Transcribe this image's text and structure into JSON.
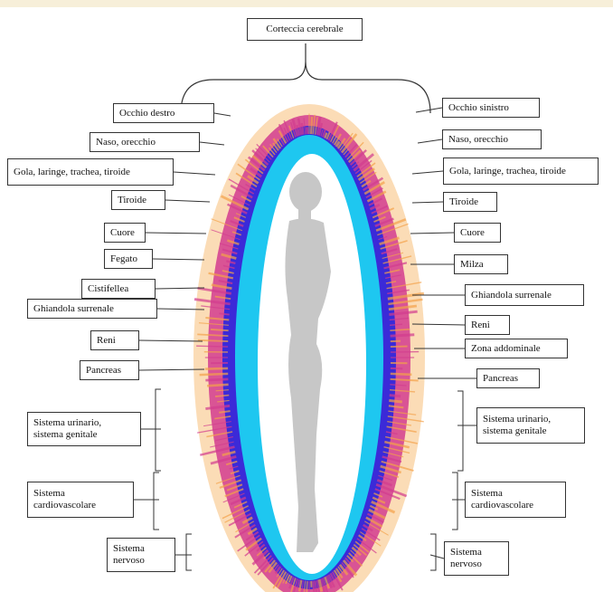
{
  "title": "Corteccia cerebrale",
  "colors": {
    "aura_outer": "#f4a24a",
    "aura_mid": "#d23c8f",
    "aura_inner": "#3b2ad8",
    "aura_core": "#1ec7f0",
    "silhouette": "#c7c7c7",
    "line": "#333333",
    "band": "#f7efd9"
  },
  "left_labels": [
    {
      "id": "occhio-destro",
      "lines": [
        "Occhio destro"
      ]
    },
    {
      "id": "naso-orecchio-left",
      "lines": [
        "Naso, orecchio"
      ]
    },
    {
      "id": "gola-left",
      "lines": [
        "Gola, laringe, trachea, tiroide"
      ]
    },
    {
      "id": "tiroide-left",
      "lines": [
        "Tiroide"
      ]
    },
    {
      "id": "cuore-left",
      "lines": [
        "Cuore"
      ]
    },
    {
      "id": "fegato",
      "lines": [
        "Fegato"
      ]
    },
    {
      "id": "cistifellea",
      "lines": [
        "Cistifellea"
      ]
    },
    {
      "id": "ghiandola-left",
      "lines": [
        "Ghiandola surrenale"
      ]
    },
    {
      "id": "reni-left",
      "lines": [
        "Reni"
      ]
    },
    {
      "id": "pancreas-left",
      "lines": [
        "Pancreas"
      ]
    },
    {
      "id": "urinario-left",
      "lines": [
        "Sistema urinario,",
        "sistema genitale"
      ]
    },
    {
      "id": "cardio-left",
      "lines": [
        "Sistema",
        "cardiovascolare"
      ]
    },
    {
      "id": "nervoso-left",
      "lines": [
        "Sistema",
        "nervoso"
      ]
    }
  ],
  "right_labels": [
    {
      "id": "occhio-sinistro",
      "lines": [
        "Occhio sinistro"
      ]
    },
    {
      "id": "naso-orecchio-right",
      "lines": [
        "Naso, orecchio"
      ]
    },
    {
      "id": "gola-right",
      "lines": [
        "Gola, laringe, trachea, tiroide"
      ]
    },
    {
      "id": "tiroide-right",
      "lines": [
        "Tiroide"
      ]
    },
    {
      "id": "cuore-right",
      "lines": [
        "Cuore"
      ]
    },
    {
      "id": "milza",
      "lines": [
        "Milza"
      ]
    },
    {
      "id": "ghiandola-right",
      "lines": [
        "Ghiandola surrenale"
      ]
    },
    {
      "id": "reni-right",
      "lines": [
        "Reni"
      ]
    },
    {
      "id": "zona-addominale",
      "lines": [
        "Zona addominale"
      ]
    },
    {
      "id": "pancreas-right",
      "lines": [
        "Pancreas"
      ]
    },
    {
      "id": "urinario-right",
      "lines": [
        "Sistema urinario,",
        "sistema genitale"
      ]
    },
    {
      "id": "cardio-right",
      "lines": [
        "Sistema",
        "cardiovascolare"
      ]
    },
    {
      "id": "nervoso-right",
      "lines": [
        "Sistema",
        "nervoso"
      ]
    }
  ]
}
